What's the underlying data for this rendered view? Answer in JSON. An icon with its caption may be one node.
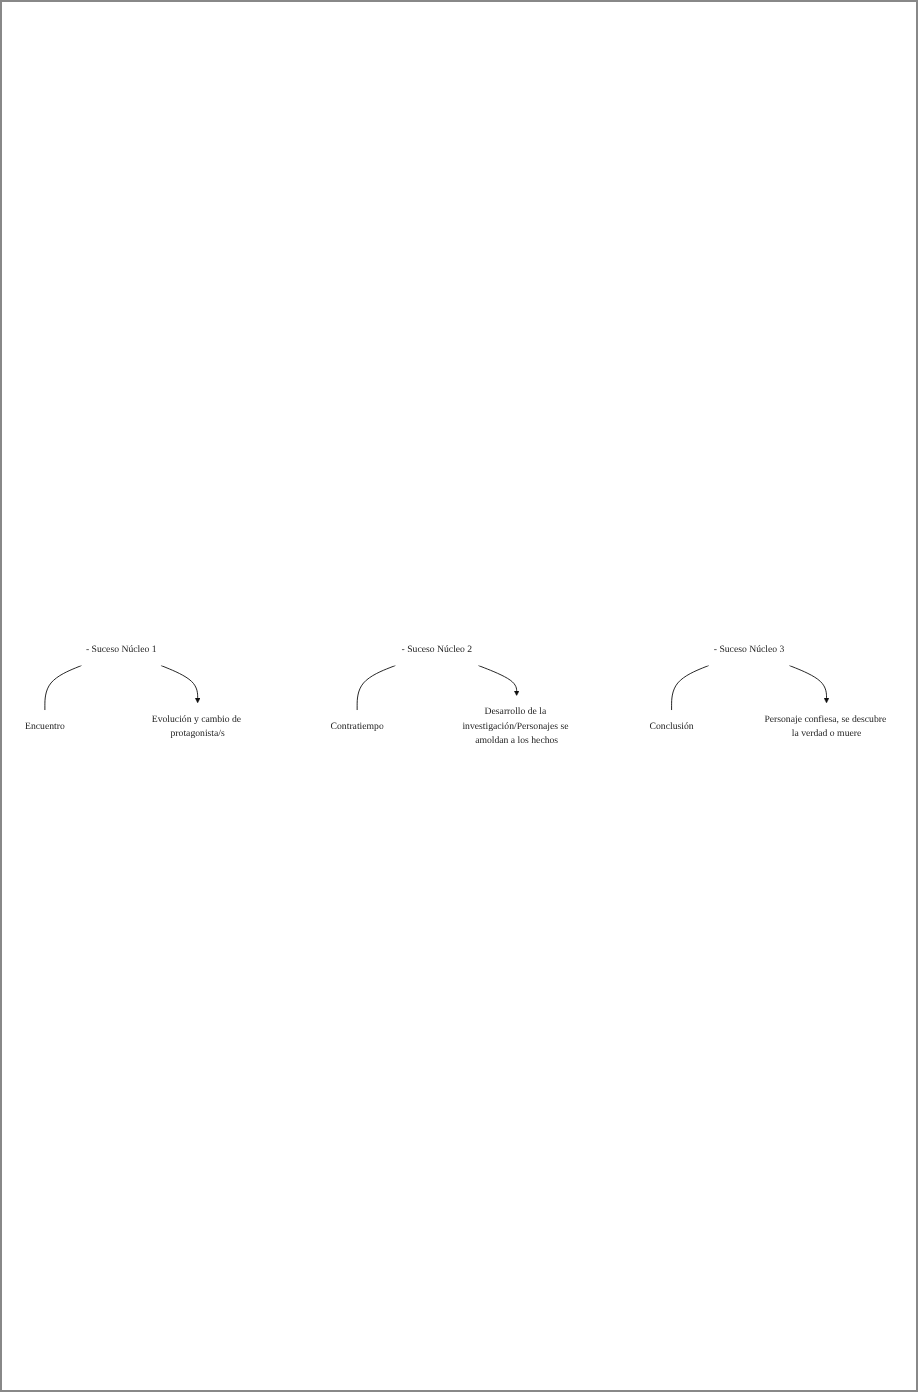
{
  "diagram": {
    "nodes": [
      {
        "text": [
          "- Suceso Núcleo 1"
        ]
      },
      {
        "text": [
          "Encuentro"
        ]
      },
      {
        "text": [
          "Evolución y cambio de protagonista/s"
        ]
      },
      {
        "text": [
          "- Suceso Núcleo 2"
        ]
      },
      {
        "text": [
          "Contratiempo"
        ]
      },
      {
        "text": [
          "Desarrollo de la investigación/Personajes se amoldan a los hechos"
        ]
      },
      {
        "text": [
          "- Suceso Núcleo 3"
        ]
      },
      {
        "text": [
          "Conclusión"
        ]
      },
      {
        "text": [
          "Personaje confiesa, se descubre la verdad o muere"
        ]
      }
    ],
    "edges": [
      {
        "from": 0,
        "to": 1,
        "arrow": "none"
      },
      {
        "from": 0,
        "to": 2,
        "arrow": "to"
      },
      {
        "from": 3,
        "to": 4,
        "arrow": "none"
      },
      {
        "from": 3,
        "to": 5,
        "arrow": "to"
      },
      {
        "from": 6,
        "to": 7,
        "arrow": "none"
      },
      {
        "from": 6,
        "to": 8,
        "arrow": "to"
      }
    ]
  }
}
